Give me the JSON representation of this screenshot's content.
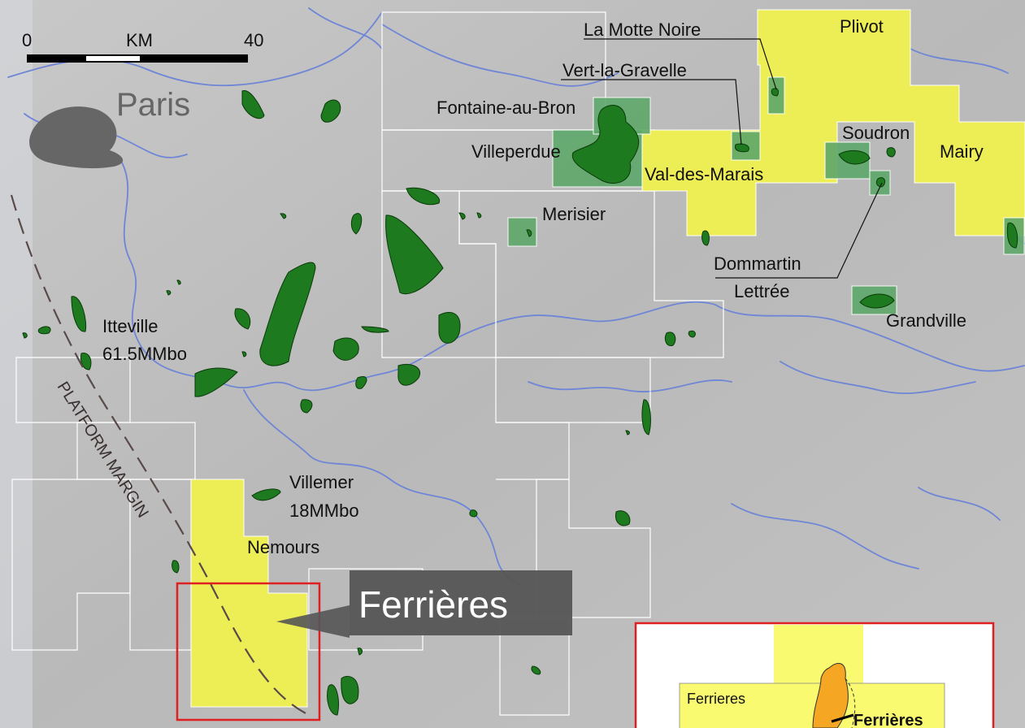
{
  "colors": {
    "background": "#bdbdbd",
    "oil_field": "#1e7a1e",
    "licence_yellow": "#eded55",
    "licence_green": "#5fa86b",
    "river": "#6f86d6",
    "paris": "#666666",
    "highlight_red": "#e02020",
    "callout_bg": "#555555"
  },
  "scale_bar": {
    "zero": "0",
    "unit": "KM",
    "max": "40"
  },
  "city": {
    "name": "Paris"
  },
  "labels": {
    "la_motte_noire": "La Motte Noire",
    "plivot": "Plivot",
    "vert_la_gravelle": "Vert-la-Gravelle",
    "fontaine_au_bron": "Fontaine-au-Bron",
    "villeperdue": "Villeperdue",
    "val_des_marais": "Val-des-Marais",
    "soudron": "Soudron",
    "mairy": "Mairy",
    "merisier": "Merisier",
    "dommartin": "Dommartin",
    "lettree": "Lettrée",
    "grandville": "Grandville",
    "itteville": "Itteville",
    "itteville_volume": "61.5MMbo",
    "platform_margin": "PLATFORM MARGIN",
    "villemer": "Villemer",
    "villemer_volume": "18MMbo",
    "nemours": "Nemours"
  },
  "callout": {
    "title": "Ferrières"
  },
  "inset": {
    "permit_label": "Ferrieres",
    "field_label": "Ferrières"
  }
}
